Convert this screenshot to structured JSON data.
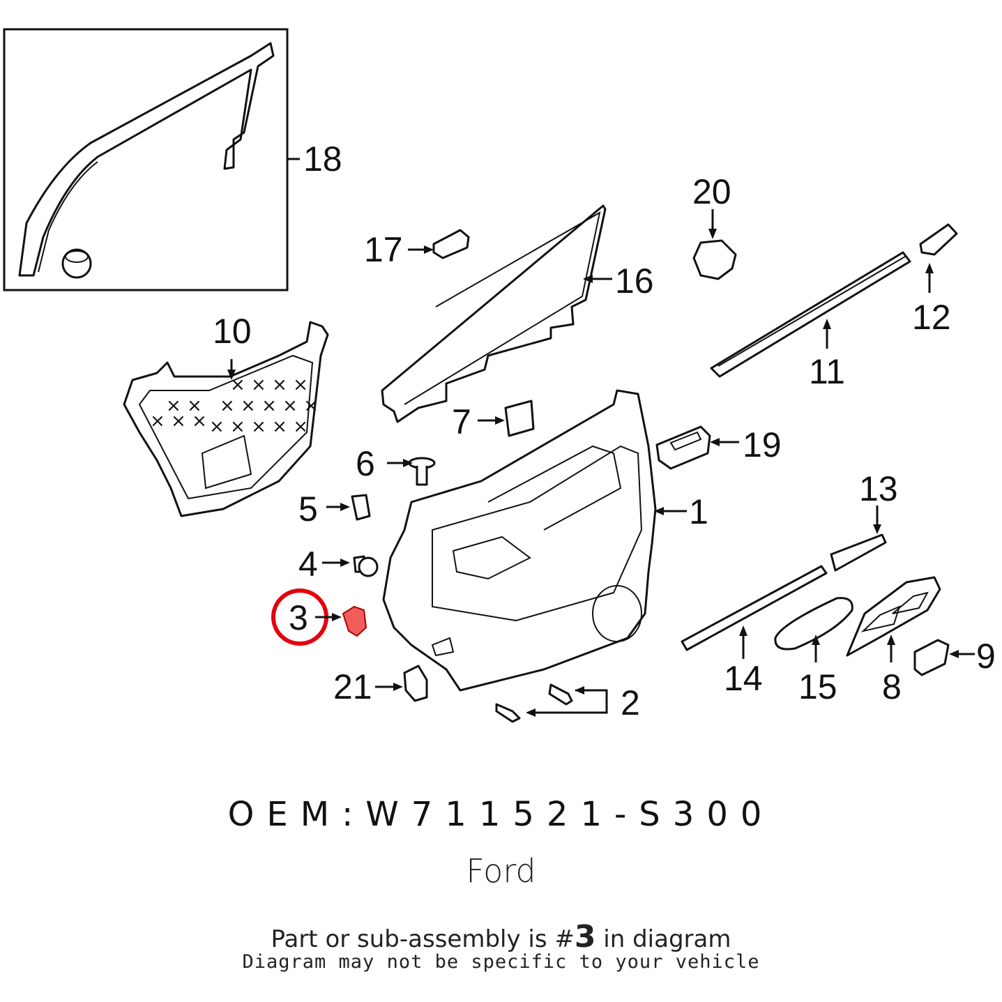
{
  "diagram": {
    "callouts": [
      "1",
      "2",
      "3",
      "4",
      "5",
      "6",
      "7",
      "8",
      "9",
      "10",
      "11",
      "12",
      "13",
      "14",
      "15",
      "16",
      "17",
      "18",
      "19",
      "20",
      "21"
    ],
    "highlighted_part": "3",
    "highlight_color": "#e3000f",
    "part_fill_highlight": "#f25c5c"
  },
  "footer": {
    "oem_label": "OEM:W711521-S300",
    "brand": "Ford",
    "note_prefix": "Part or sub-assembly is #",
    "note_number": "3",
    "note_suffix": " in diagram",
    "disclaimer": "Diagram may not be specific to your vehicle"
  }
}
